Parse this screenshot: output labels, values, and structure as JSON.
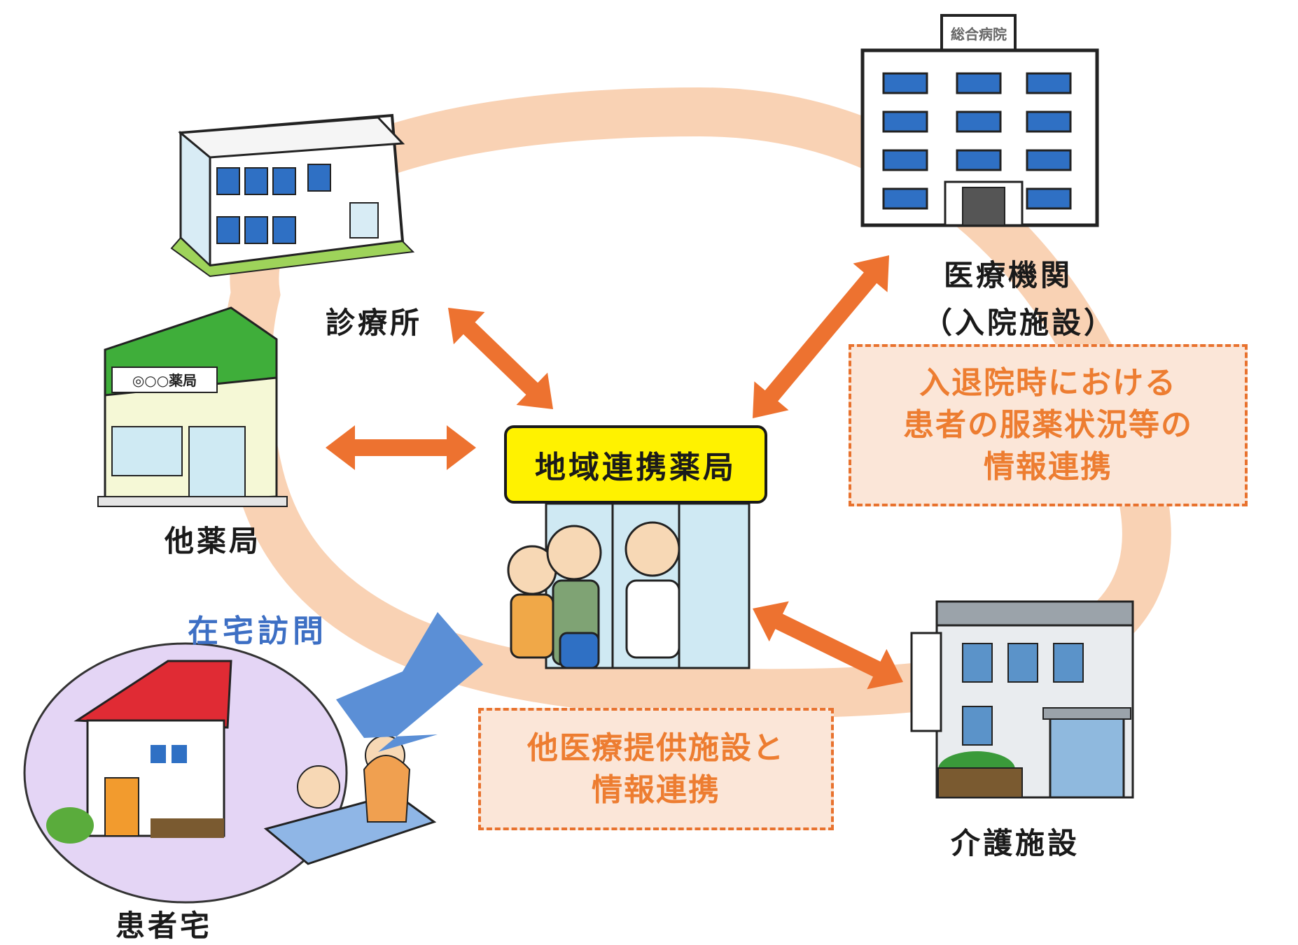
{
  "title": "",
  "center_pharmacy": {
    "label": "地域連携薬局"
  },
  "nodes": {
    "clinic": "診療所",
    "other_pharmacy": "他薬局",
    "hospital_line1": "医療機関",
    "hospital_line2": "（入院施設）",
    "care_facility": "介護施設",
    "patient_home": "患者宅"
  },
  "notes": {
    "hospital_note": [
      "入退院時における",
      "患者の服薬状況等の",
      "情報連携"
    ],
    "facility_note": [
      "他医療提供施設と",
      "情報連携"
    ]
  },
  "home_visit_label": "在宅訪問",
  "signs": {
    "pharmacy_sign": "◎○○薬局",
    "hospital_sign": "総合病院"
  },
  "colors": {
    "ring": "#f9d2b4",
    "arrow": "#ed7230",
    "home_arrow": "#5b8fd6",
    "note_text": "#ed7d31",
    "note_border": "#e8722e",
    "note_fill": "#fbe6d8",
    "center_fill": "#fff200",
    "home_circle": "#e4d5f5"
  }
}
